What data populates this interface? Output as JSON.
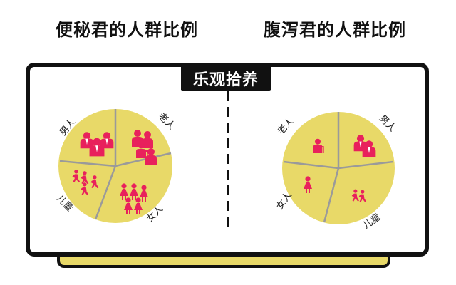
{
  "titles": {
    "left": "便秘君的人群比例",
    "right": "腹泻君的人群比例"
  },
  "brand": "乐观拾养",
  "colors": {
    "pie": "#e8d968",
    "divider": "#9a9a9a",
    "icon": "#e8215c",
    "frame": "#111111"
  },
  "left_pie": {
    "labels": {
      "men": "男人",
      "elderly": "老人",
      "children": "儿童",
      "women": "女人"
    },
    "icons": [
      "men-group-icon",
      "elderly-group-icon",
      "children-group-icon",
      "women-group-icon"
    ]
  },
  "right_pie": {
    "labels": {
      "elderly": "老人",
      "men": "男人",
      "women": "女人",
      "children": "儿童"
    },
    "icons": [
      "elderly-icon",
      "men-pair-icon",
      "woman-icon",
      "children-pair-icon"
    ]
  }
}
